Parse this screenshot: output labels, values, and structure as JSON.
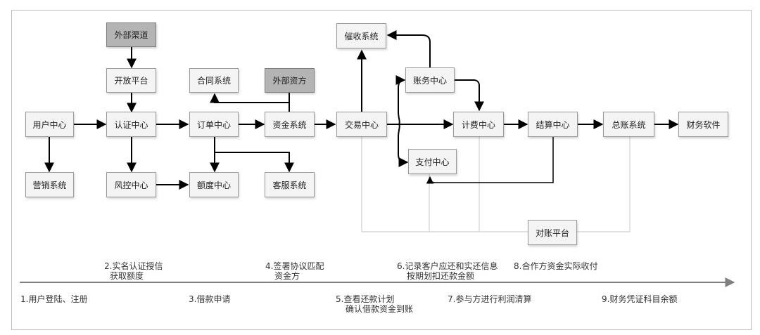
{
  "nodes": {
    "external_channel": "外部渠道",
    "open_platform": "开放平台",
    "user_center": "用户中心",
    "auth_center": "认证中心",
    "marketing_system": "营销系统",
    "risk_center": "风控中心",
    "contract_system": "合同系统",
    "order_center": "订单中心",
    "quota_center": "额度中心",
    "external_funding": "外部资方",
    "funding_system": "资金系统",
    "customer_service": "客服系统",
    "collection_system": "催收系统",
    "trade_center": "交易中心",
    "account_center": "账务中心",
    "payment_center": "支付中心",
    "billing_center": "计费中心",
    "settlement_center": "结算中心",
    "ledger_system": "总账系统",
    "finance_software": "财务软件",
    "reconciliation_platform": "对账平台"
  },
  "steps_above": {
    "s2_line1": "2.实名认证授信",
    "s2_line2": "获取额度",
    "s4_line1": "4.签署协议匹配",
    "s4_line2": "资金方",
    "s6_line1": "6.记录客户应还和实还信息",
    "s6_line2": "按期划扣还款金额",
    "s8": "8.合作方资金实际收付"
  },
  "steps_below": {
    "s1": "1.用户登陆、注册",
    "s3": "3.借款申请",
    "s5_line1": "5.查看还款计划",
    "s5_line2": "确认借款资金到账",
    "s7": "7.参与方进行利润清算",
    "s9": "9.财务凭证科目余额"
  },
  "colors": {
    "node_fill": "#f4f4f4",
    "external_fill": "#b4b4b4",
    "arrow": "#000000",
    "recon_line": "#d9d9d9",
    "timeline": "#808080"
  }
}
